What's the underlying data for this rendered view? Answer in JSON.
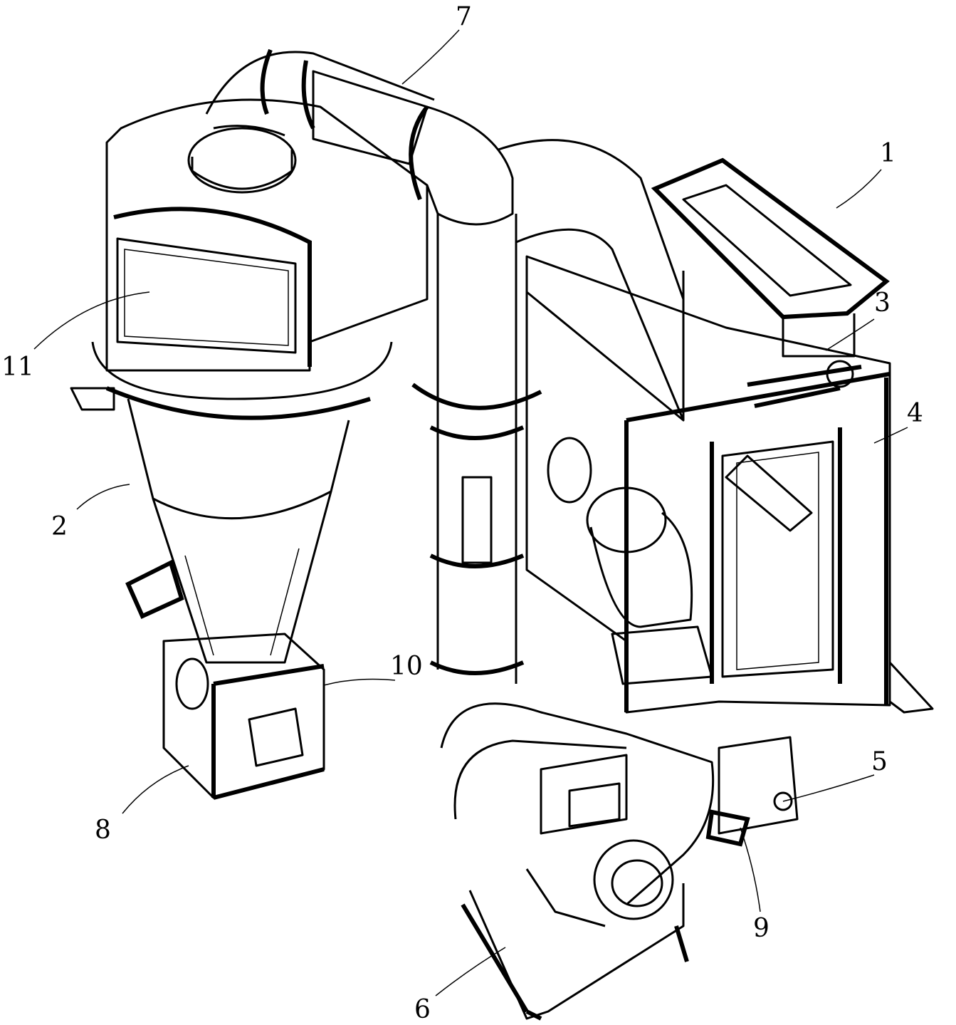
{
  "figure": {
    "labels": {
      "n1": "1",
      "n2": "2",
      "n3": "3",
      "n4": "4",
      "n5": "5",
      "n6": "6",
      "n7": "7",
      "n8": "8",
      "n9": "9",
      "n10": "10",
      "n11": "11"
    }
  }
}
